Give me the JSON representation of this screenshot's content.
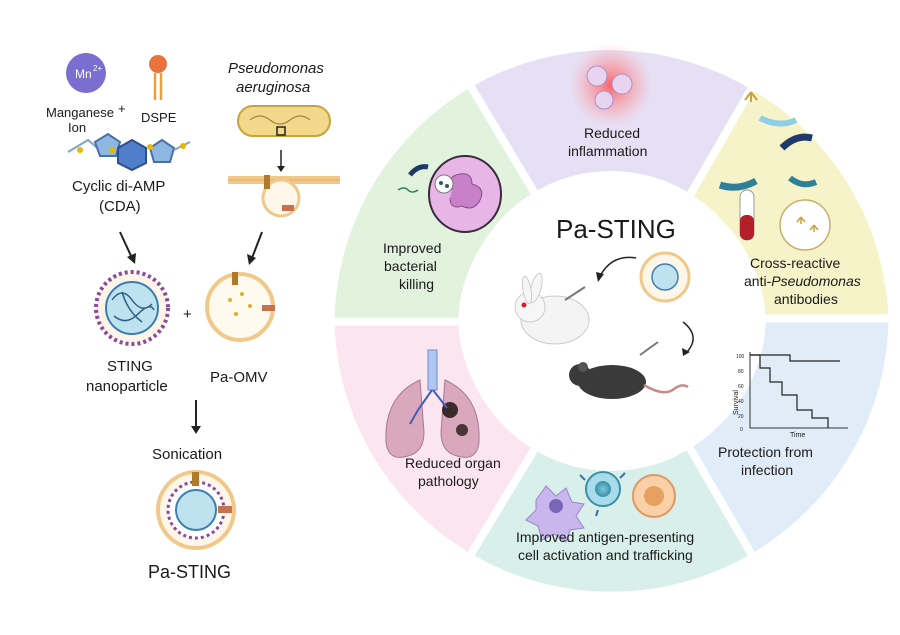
{
  "left": {
    "mn_symbol": "Mn",
    "mn_charge": "2+",
    "manganese_line1": "Manganese",
    "manganese_line2": "Ion",
    "plus": "+",
    "dspe": "DSPE",
    "pseudomonas_line1": "Pseudomonas",
    "pseudomonas_line2": "aeruginosa",
    "cda_line1": "Cyclic di-AMP",
    "cda_line2": "(CDA)",
    "plus2": "+",
    "sting_line1": "STING",
    "sting_line2": "nanoparticle",
    "pa_omv": "Pa-OMV",
    "sonication": "Sonication",
    "pa_sting": "Pa-STING"
  },
  "wheel": {
    "center_title": "Pa-STING",
    "segments": {
      "inflammation": [
        "Reduced",
        "inflammation"
      ],
      "antibodies": [
        "Cross-reactive",
        "anti-",
        "Pseudomonas",
        "antibodies"
      ],
      "protection": [
        "Protection from",
        "infection"
      ],
      "apc": [
        "Improved antigen-presenting",
        "cell activation and trafficking"
      ],
      "pathology": [
        "Reduced organ",
        "pathology"
      ],
      "killing": [
        "Improved",
        "bacterial",
        "killing"
      ]
    },
    "colors": {
      "inflammation": "#e6e0f5",
      "antibodies": "#f6f3c9",
      "protection": "#e0ecf8",
      "apc": "#d9efe9",
      "pathology": "#fbe6f0",
      "killing": "#e1f2dd"
    }
  },
  "survival_chart": {
    "ylabel": "Survival",
    "xlabel": "Time",
    "yticks": [
      "100",
      "80",
      "60",
      "40",
      "20",
      "0"
    ]
  }
}
